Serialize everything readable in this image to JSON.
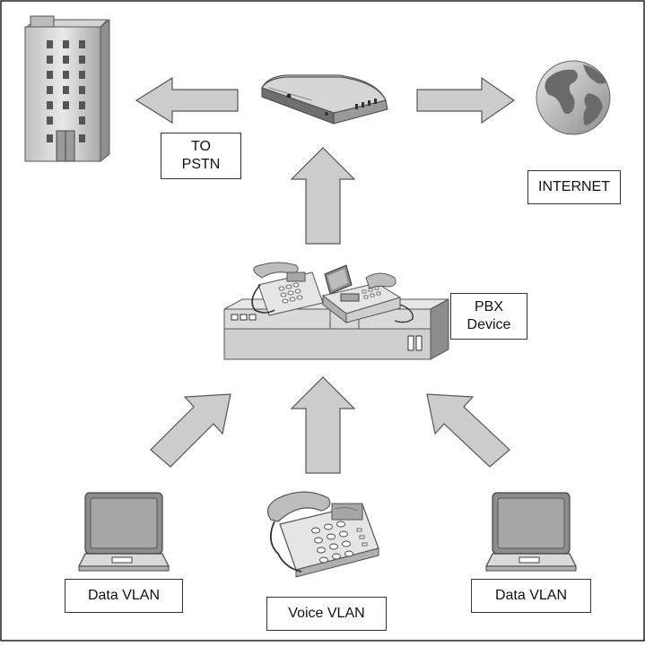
{
  "diagram": {
    "labels": {
      "pstn_line1": "TO",
      "pstn_line2": "PSTN",
      "internet": "INTERNET",
      "pbx_line1": "PBX",
      "pbx_line2": "Device",
      "data_vlan_left": "Data VLAN",
      "voice_vlan": "Voice VLAN",
      "data_vlan_right": "Data VLAN"
    },
    "colors": {
      "arrow_fill": "#cccccc",
      "arrow_stroke": "#555555",
      "device_light": "#e6e6e6",
      "device_mid": "#bdbdbd",
      "device_dark": "#5a5a5a",
      "screen": "#a6a6a6"
    },
    "icons": [
      "office-building-icon",
      "router-icon",
      "globe-icon",
      "pbx-device-icon",
      "laptop-icon",
      "desk-phone-icon"
    ]
  }
}
